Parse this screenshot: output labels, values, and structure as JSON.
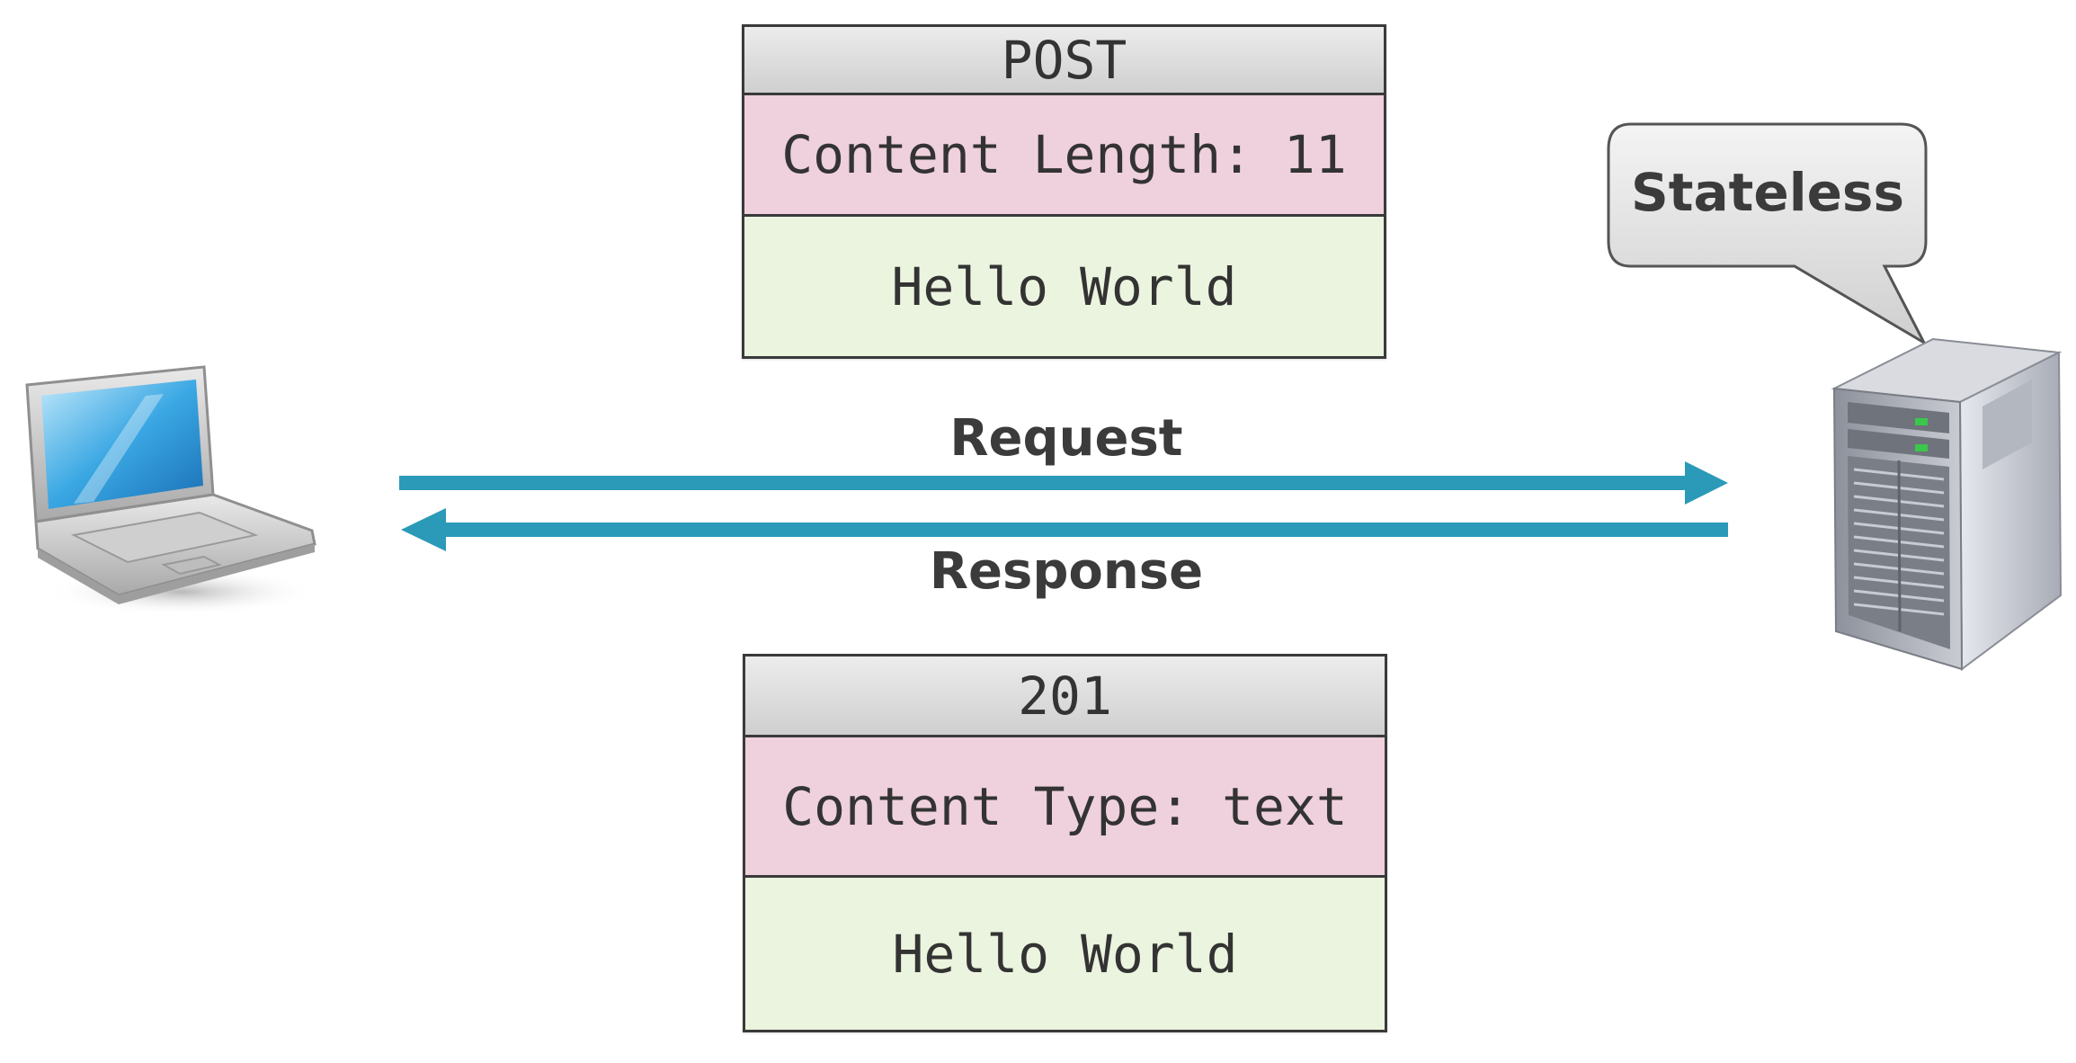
{
  "request": {
    "method": "POST",
    "header": "Content Length: 11",
    "body": "Hello World",
    "label": "Request"
  },
  "response": {
    "status": "201",
    "header": "Content Type: text",
    "body": "Hello World",
    "label": "Response"
  },
  "server_note": "Stateless",
  "icons": {
    "client": "laptop-icon",
    "server": "server-tower-icon"
  },
  "colors": {
    "arrow": "#2b9ab8",
    "header_row": "#efd0dd",
    "body_row": "#ebf4de",
    "title_row": "#d8d8d8",
    "text": "#333333"
  }
}
